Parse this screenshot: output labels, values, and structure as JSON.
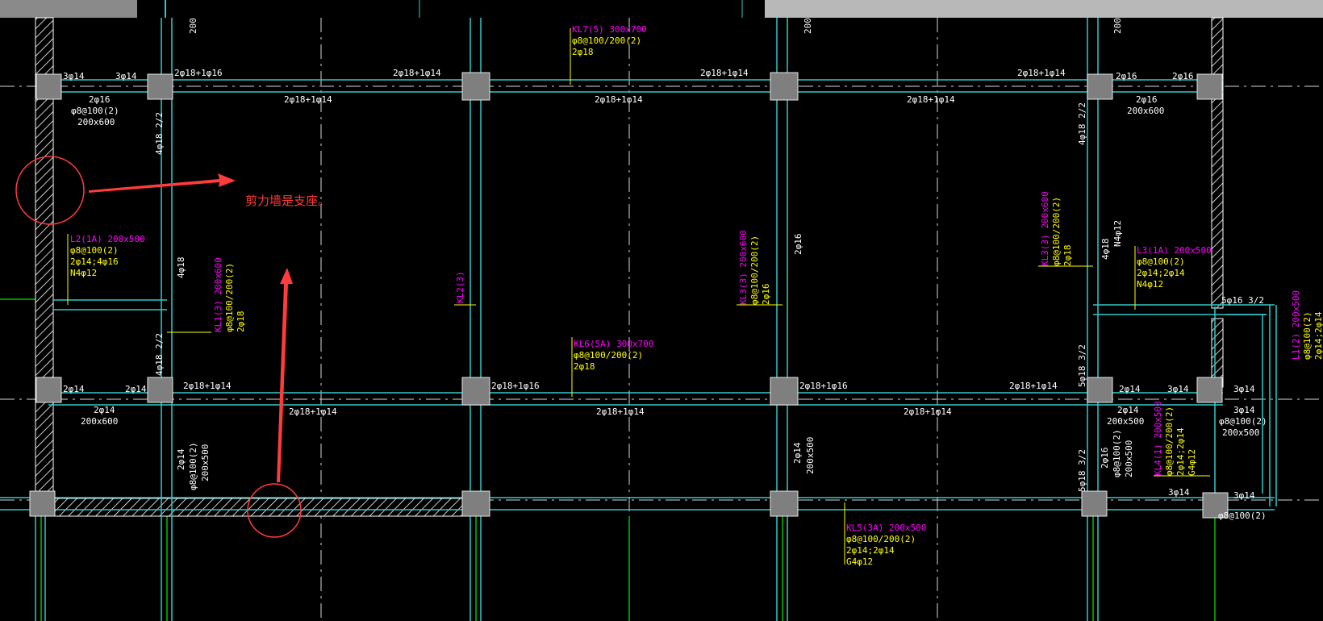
{
  "colors": {
    "background": "#000000",
    "beam": "#33c7c7",
    "column_fill": "#7f7f7f",
    "axis": "#d9d9d9",
    "white_text": "#ffffff",
    "yellow_text": "#ffff00",
    "magenta_text": "#ff00ff",
    "annotation_red": "#ff3b3b",
    "green_line": "#00c000",
    "toolbar_gray": "#b8b8b8"
  },
  "annotation": {
    "note": "剪力墙是支座。",
    "callout_marks": [
      "red-circle",
      "red-arrow"
    ]
  },
  "top_header": {
    "fragments": [
      "200",
      "200",
      "200"
    ]
  },
  "beams": {
    "kl7": {
      "name": "KL7(5) 300x700",
      "stirrup": "φ8@100/200(2)",
      "top": "2φ18"
    },
    "l2": {
      "name": "L2(1A) 200x500",
      "stirrup": "φ8@100(2)",
      "bars": "2φ14;4φ16",
      "side": "N4φ12"
    },
    "kl1": {
      "name": "KL1(3) 200x600",
      "stirrup": "φ8@100/200(2)",
      "top": "2φ18"
    },
    "kl2": {
      "name": "KL2(3)"
    },
    "kl6": {
      "name": "KL6(5A) 300x700",
      "stirrup": "φ8@100/200(2)",
      "top": "2φ18"
    },
    "kl3": {
      "name": "KL3(3) 200x600",
      "stirrup": "φ8@100/200(2)",
      "top": "2φ16"
    },
    "kl3b": {
      "name": "KL3(3) 200x600",
      "stirrup": "φ8@100/200(2)",
      "top": "2φ18"
    },
    "l3": {
      "name": "L3(1A) 200x500",
      "stirrup": "φ8@100(2)",
      "bars": "2φ14;2φ14",
      "side": "N4φ12"
    },
    "l1": {
      "name": "L1(2) 200x500",
      "stirrup": "φ8@100(2)",
      "bars": "2φ14;2φ14"
    },
    "kl4": {
      "name": "KL4(1) 200x500",
      "stirrup": "φ8@100/200(2)",
      "bars": "2φ14;2φ14",
      "side": "G4φ12"
    },
    "kl5": {
      "name": "KL5(3A) 200x500",
      "stirrup": "φ8@100/200(2)",
      "bars": "2φ14;2φ14",
      "side": "G4φ12"
    }
  },
  "row1_labels": {
    "a": "3φ14",
    "b": "3φ14",
    "c": "2φ18+1φ16",
    "d": "2φ18+1φ14",
    "e": "2φ18+1φ14",
    "f": "2φ18+1φ14",
    "g": "2φ16",
    "h": "2φ16",
    "m1": "2φ18+1φ14",
    "m2": "2φ18+1φ14",
    "m3": "2φ18+1φ14"
  },
  "row2_labels": {
    "a": "2φ14",
    "b": "2φ14",
    "c": "2φ18+1φ14",
    "d": "2φ18+1φ16",
    "e": "2φ18+1φ16",
    "f": "2φ18+1φ14",
    "g": "2φ14",
    "h": "3φ14",
    "i": "3φ14",
    "m1": "2φ18+1φ14",
    "m2": "2φ18+1φ14",
    "m3": "2φ18+1φ14"
  },
  "row3_labels": {
    "a": "3φ14",
    "b": "3φ14",
    "c": "φ8@100(2)"
  },
  "left_block": {
    "a": "2φ16",
    "b": "φ8@100(2)",
    "c": "200x600",
    "d": "2φ14",
    "e": "200x600"
  },
  "right_block": {
    "a": "2φ16",
    "b": "200x600",
    "c": "2φ14",
    "d": "200x500",
    "e": "3φ14",
    "f": "φ8@100(2)",
    "g": "200x500"
  },
  "vertical_labels": {
    "v1": "4φ18 2/2",
    "v2": "4φ18",
    "v3": "4φ18 2/2",
    "v4": "2φ16",
    "v5": "4φ18 2/2",
    "v6": "4φ18",
    "v7": "N4φ12",
    "v8": "5φ18 3/2",
    "v9": "5φ18 3/2",
    "v10": "2φ16",
    "v11": "φ8@100(2)",
    "v12": "200x500",
    "v13": "2φ14",
    "v14": "200x500",
    "v15": "2φ14",
    "v16": "φ8@100(2)",
    "v17": "200x500",
    "v18": "5φ16 3/2"
  }
}
